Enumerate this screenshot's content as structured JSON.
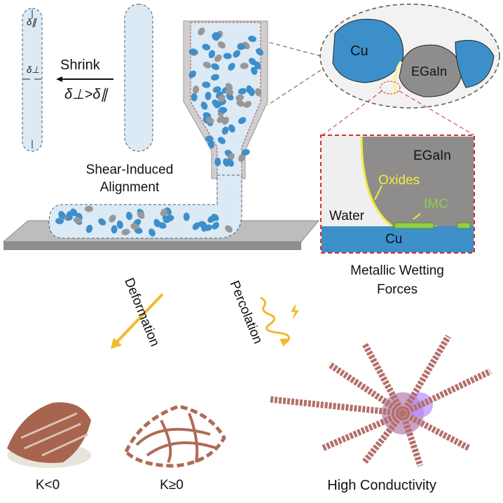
{
  "shrink": {
    "label": "Shrink",
    "relation": "δ⊥>δ∥",
    "delta_par": "δ∥",
    "delta_perp": "δ⊥"
  },
  "alignment": {
    "line1": "Shear-Induced",
    "line2": "Alignment"
  },
  "zoom_circle": {
    "cu": "Cu",
    "egain": "EGaIn"
  },
  "wetting_box": {
    "egain": "EGaIn",
    "oxides": "Oxides",
    "imc": "IMC",
    "water": "Water",
    "cu": "Cu"
  },
  "wetting_caption": {
    "line1": "Metallic Wetting",
    "line2": "Forces"
  },
  "arrows": {
    "deformation": "Deformation",
    "percolation": "Percolation"
  },
  "photos": {
    "k_neg": "K<0",
    "k_pos": "K≥0",
    "high": "High Conductivity"
  },
  "colors": {
    "cu": "#3d8fc9",
    "egain": "#8f8c8c",
    "oxide": "#f2ec3a",
    "imc": "#8fcf4a",
    "box": "#d03030",
    "arrow": "#f2b92d",
    "print": "#a8644f"
  }
}
